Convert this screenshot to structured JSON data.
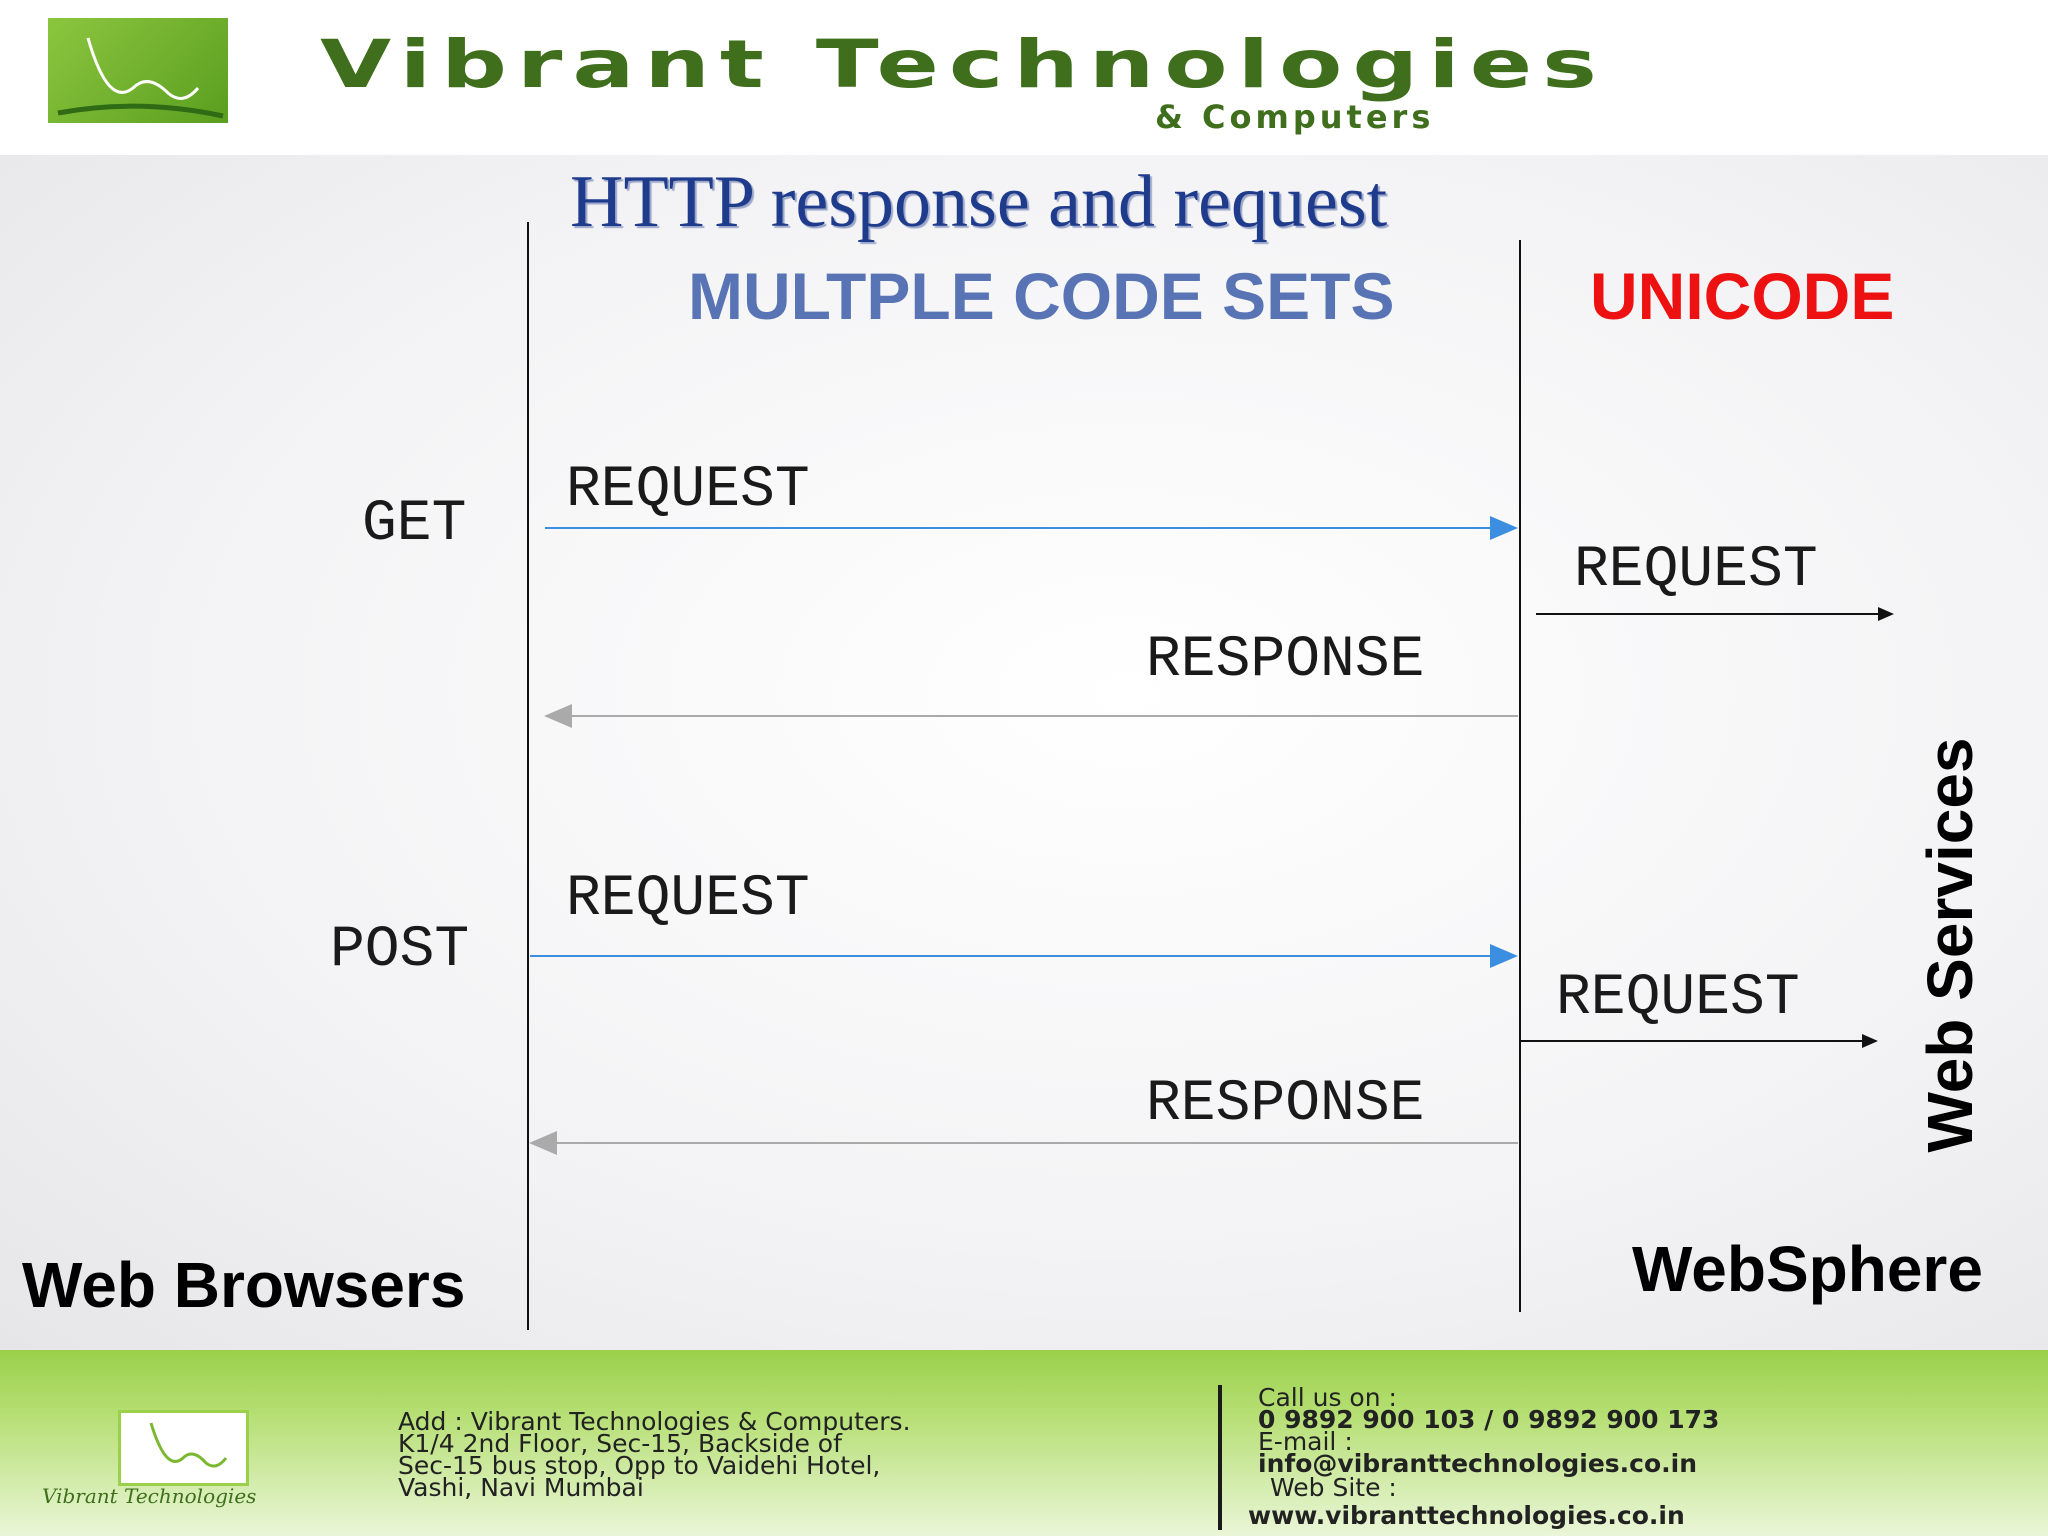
{
  "header": {
    "brand_title": "Vibrant Technologies",
    "brand_subtitle": "& Computers",
    "logo_icon": "vibrant-leaf-logo",
    "brand_color": "#3f6f1c"
  },
  "slide": {
    "title": "HTTP response and request",
    "subtitle_left": "MULTPLE CODE SETS",
    "subtitle_right": "UNICODE",
    "get_label": "GET",
    "post_label": "POST",
    "get_request": "REQUEST",
    "get_response": "RESPONSE",
    "get_forward_request": "REQUEST",
    "post_request": "REQUEST",
    "post_response": "RESPONSE",
    "post_forward_request": "REQUEST",
    "left_actor": "Web Browsers",
    "middle_actor": "WebSphere",
    "right_actor": "Web Services",
    "colors": {
      "request_arrow": "#3b8ee0",
      "response_arrow": "#aaaaaa",
      "forward_arrow": "#111111",
      "title": "#1f3b8c",
      "subtitle_left": "#5874b4",
      "subtitle_right": "#ee1111"
    }
  },
  "footer": {
    "logo_text": "Vibrant Technologies",
    "address_lines": [
      "Add : Vibrant Technologies & Computers.",
      "K1/4 2nd Floor, Sec-15, Backside of",
      "Sec-15 bus stop, Opp to Vaidehi Hotel,",
      "Vashi, Navi Mumbai"
    ],
    "call_label": "Call us on :",
    "phones": "0 9892 900 103 /  0 9892 900 173",
    "email_label": "E-mail :",
    "email": "info@vibranttechnologies.co.in",
    "website_label": "Web Site :",
    "website": "www.vibranttechnologies.co.in"
  }
}
